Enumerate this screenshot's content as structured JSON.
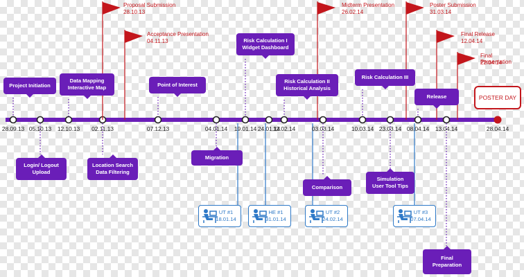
{
  "timeline": {
    "dates": [
      "28.09.13",
      "05.10.13",
      "12.10.13",
      "02.11.13",
      "07.12.13",
      "04.01.14",
      "19.01.14",
      "24.01.14",
      "12.02.14",
      "03.03.14",
      "10.03.14",
      "23.03.14",
      "08.04.14",
      "13.04.14",
      "28.04.14"
    ],
    "line_color": "#6a1eb8",
    "end_dot_color": "#c3161c"
  },
  "milestones": [
    {
      "label": "Proposal Submission",
      "date": "28.10.13"
    },
    {
      "label": "Acceptance Presentation",
      "date": "04.11.13"
    },
    {
      "label": "Midterm Presentation",
      "date": "26.02.14"
    },
    {
      "label": "Poster Submission",
      "date": "31.03.14"
    },
    {
      "label": "Final Release",
      "date": "12.04.14"
    },
    {
      "label": "Final Presentation",
      "date": "22.04.14"
    }
  ],
  "events_above": [
    {
      "label": "Project Initiation"
    },
    {
      "label": "Data Mapping\nInteractive Map"
    },
    {
      "label": "Point of Interest"
    },
    {
      "label": "Risk Calculation I\nWidget Dashboard"
    },
    {
      "label": "Risk Calculation II\nHistorical Analysis"
    },
    {
      "label": "Risk Calculation III"
    },
    {
      "label": "Release"
    }
  ],
  "events_below": [
    {
      "label": "Login/ Logout\nUpload"
    },
    {
      "label": "Location Search\nData Filtering"
    },
    {
      "label": "Migration"
    },
    {
      "label": "Comparison"
    },
    {
      "label": "Simulation\nUser Tool Tips"
    },
    {
      "label": "Final\nPreparation"
    }
  ],
  "tests": [
    {
      "code": "UT #1",
      "date": "18.01.14"
    },
    {
      "code": "HE #1",
      "date": "31.01.14"
    },
    {
      "code": "UT #2",
      "date": "24.02.14"
    },
    {
      "code": "UT #3",
      "date": "07.04.14"
    }
  ],
  "poster_day": {
    "label": "POSTER DAY"
  },
  "colors": {
    "accent": "#6a1eb8",
    "milestone": "#c3161c",
    "test": "#2e79c7"
  },
  "icons": {
    "test": "person-at-desk-icon",
    "milestone": "red-flag-icon"
  }
}
